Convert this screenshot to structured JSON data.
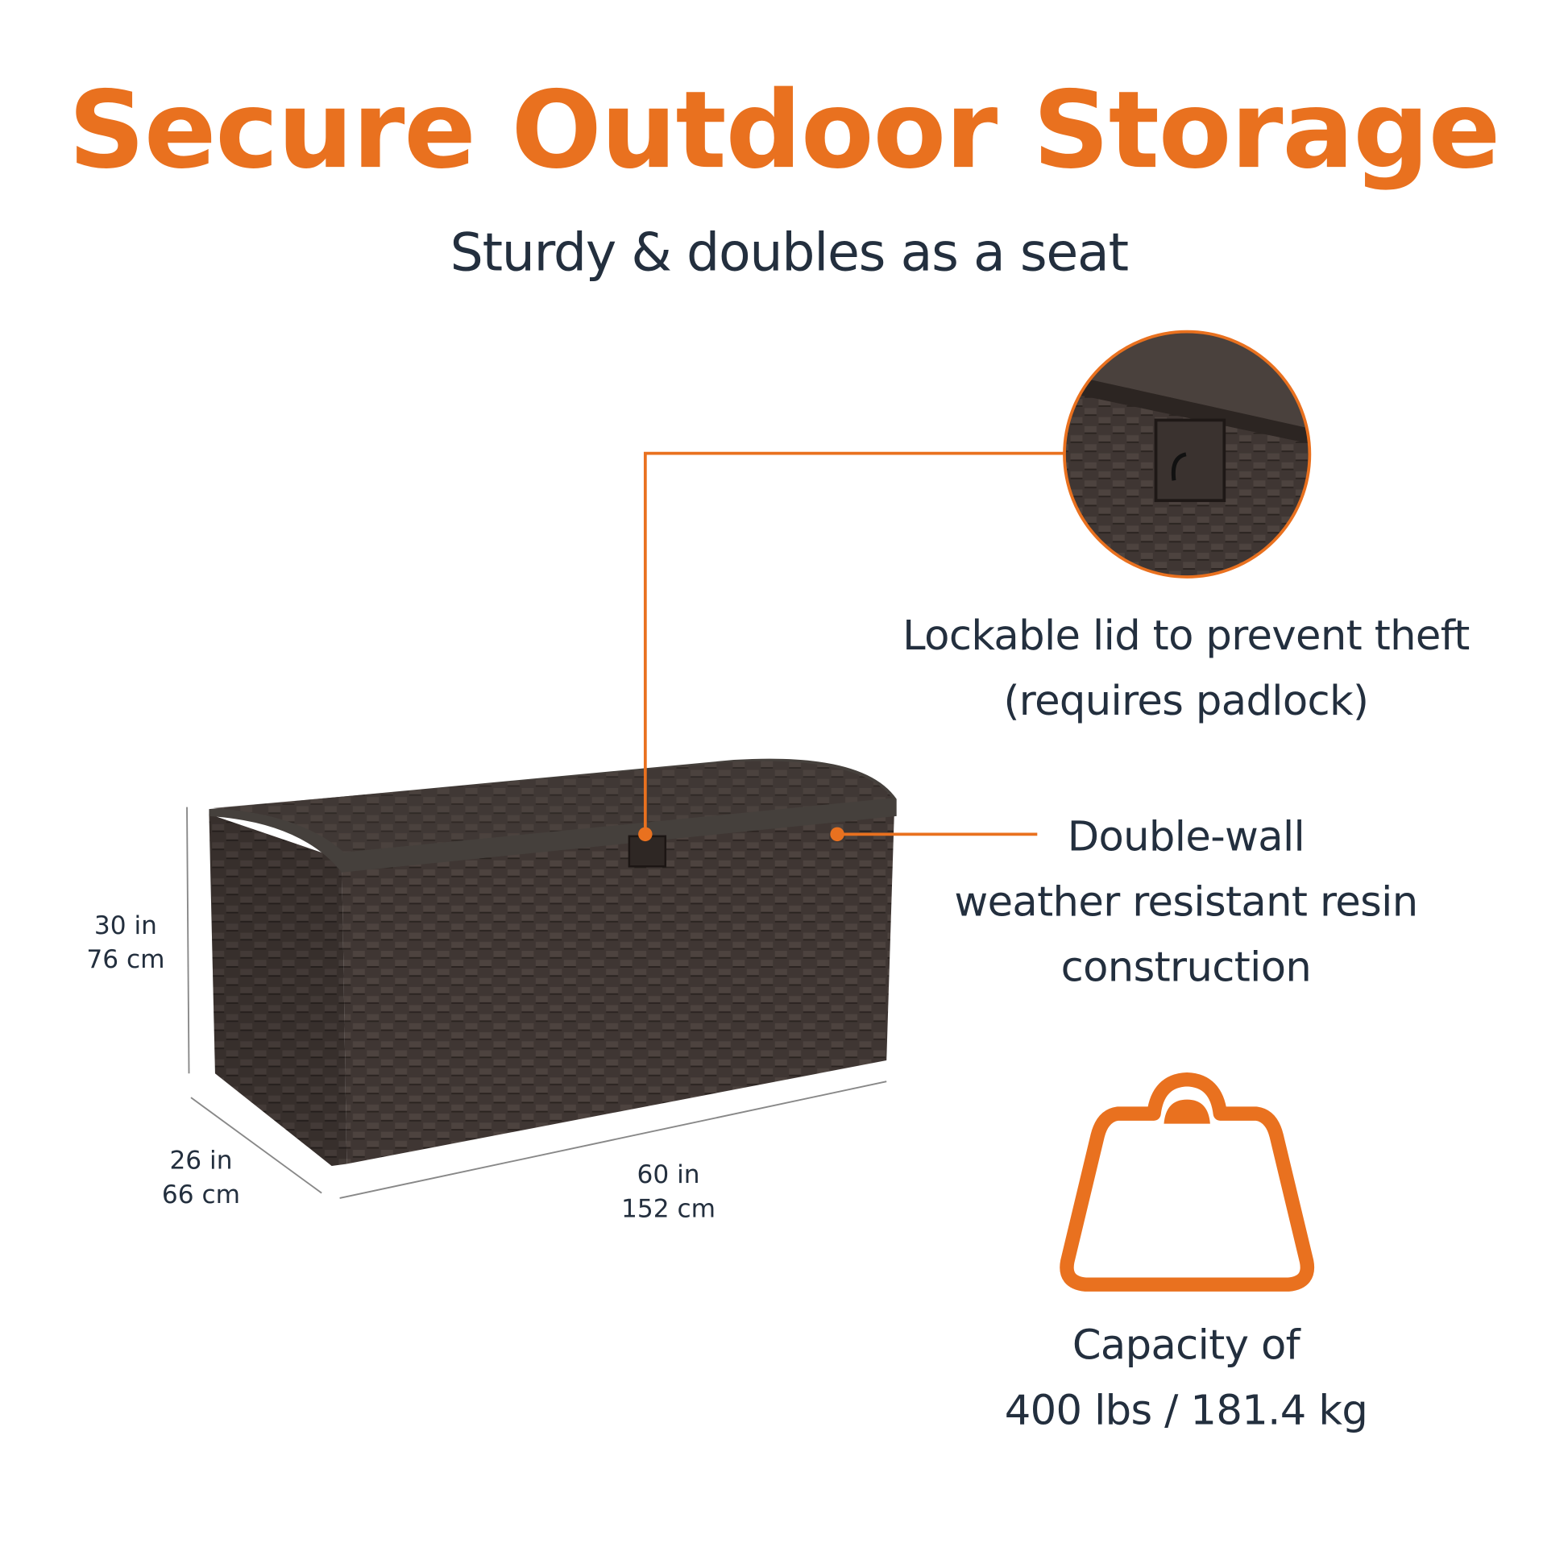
{
  "title": "Secure Outdoor Storage",
  "subtitle": "Sturdy & doubles as a seat",
  "features": {
    "lock": {
      "line1": "Lockable lid to prevent theft",
      "line2": "(requires padlock)"
    },
    "wall": {
      "line1": "Double-wall",
      "line2": "weather resistant resin",
      "line3": "construction"
    },
    "capacity": {
      "line1": "Capacity of",
      "line2": "400 lbs / 181.4 kg"
    }
  },
  "dimensions": {
    "height": {
      "imperial": "30 in",
      "metric": "76 cm"
    },
    "depth": {
      "imperial": "26 in",
      "metric": "66 cm"
    },
    "width": {
      "imperial": "60 in",
      "metric": "152 cm"
    }
  },
  "colors": {
    "accent": "#e9711f",
    "text": "#232f3e",
    "product": "#3e3532"
  }
}
